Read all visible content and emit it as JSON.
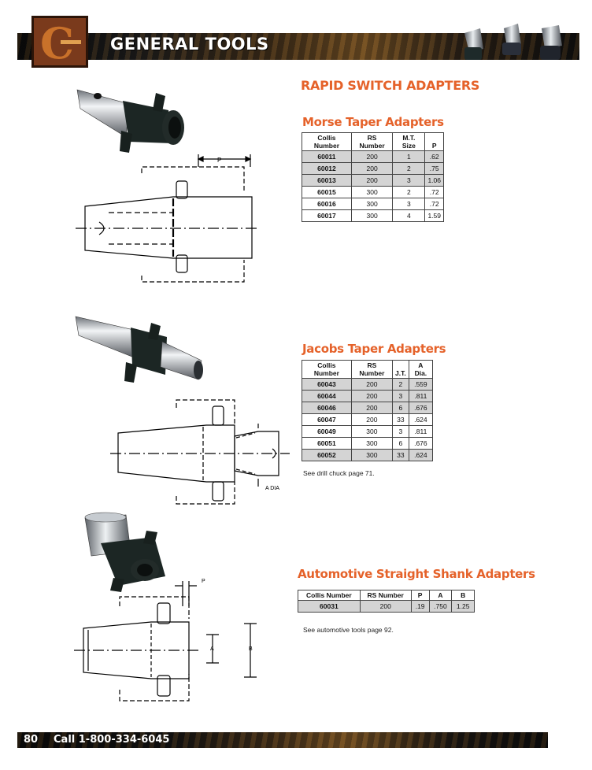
{
  "header": {
    "brand": "GENERAL TOOLS"
  },
  "main_title": "RAPID SWITCH ADAPTERS",
  "morse": {
    "title": "Morse Taper Adapters",
    "headers": [
      "Collis Number",
      "RS Number",
      "M.T. Size",
      "P"
    ],
    "rows": [
      [
        "60011",
        "200",
        "1",
        ".62"
      ],
      [
        "60012",
        "200",
        "2",
        ".75"
      ],
      [
        "60013",
        "200",
        "3",
        "1.06"
      ],
      [
        "60015",
        "300",
        "2",
        ".72"
      ],
      [
        "60016",
        "300",
        "3",
        ".72"
      ],
      [
        "60017",
        "300",
        "4",
        "1.59"
      ]
    ],
    "dim_labels": {
      "p": "P"
    }
  },
  "jacobs": {
    "title": "Jacobs Taper Adapters",
    "headers": [
      "Collis Number",
      "RS Number",
      "J.T.",
      "A Dia."
    ],
    "rows": [
      [
        "60043",
        "200",
        "2",
        ".559"
      ],
      [
        "60044",
        "200",
        "3",
        ".811"
      ],
      [
        "60046",
        "200",
        "6",
        ".676"
      ],
      [
        "60047",
        "200",
        "33",
        ".624"
      ],
      [
        "60049",
        "300",
        "3",
        ".811"
      ],
      [
        "60051",
        "300",
        "6",
        ".676"
      ],
      [
        "60052",
        "300",
        "33",
        ".624"
      ]
    ],
    "note": "See drill chuck page 71.",
    "dim_labels": {
      "a": "A DIA"
    }
  },
  "auto": {
    "title": "Automotive Straight Shank Adapters",
    "headers": [
      "Collis Number",
      "RS Number",
      "P",
      "A",
      "B"
    ],
    "rows": [
      [
        "60031",
        "200",
        ".19",
        ".750",
        "1.25"
      ]
    ],
    "note": "See automotive tools page 92.",
    "dim_labels": {
      "p": "P",
      "a": "A",
      "b": "B"
    }
  },
  "footer": {
    "page": "80",
    "phone": "Call 1-800-334-6045"
  },
  "colors": {
    "accent": "#e5622a",
    "shade_row": "#d4d4d4"
  }
}
